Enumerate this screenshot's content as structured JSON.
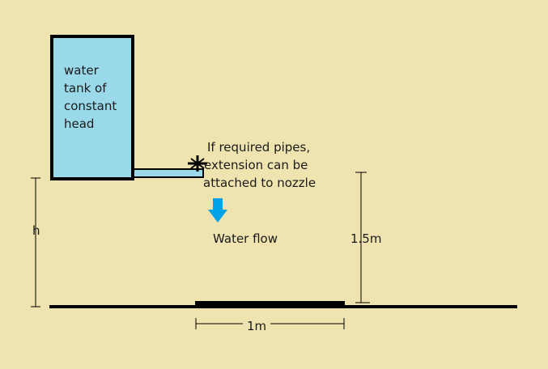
{
  "colors": {
    "background": "#efe4b0",
    "tank_fill": "#99d9ea",
    "outline": "#000000",
    "arrow": "#00a2e8"
  },
  "tank": {
    "label_lines": [
      "water",
      "tank of",
      "constant",
      "head"
    ]
  },
  "nozzle_note": {
    "lines": [
      "If required pipes,",
      "extension can be",
      "attached to nozzle"
    ]
  },
  "flow_label": "Water flow",
  "dimensions": {
    "height_symbol": "h",
    "nozzle_height": "1.5m",
    "target_width": "1m"
  },
  "icons": {
    "nozzle": "nozzle-cross-icon",
    "flow": "down-arrow-icon"
  }
}
